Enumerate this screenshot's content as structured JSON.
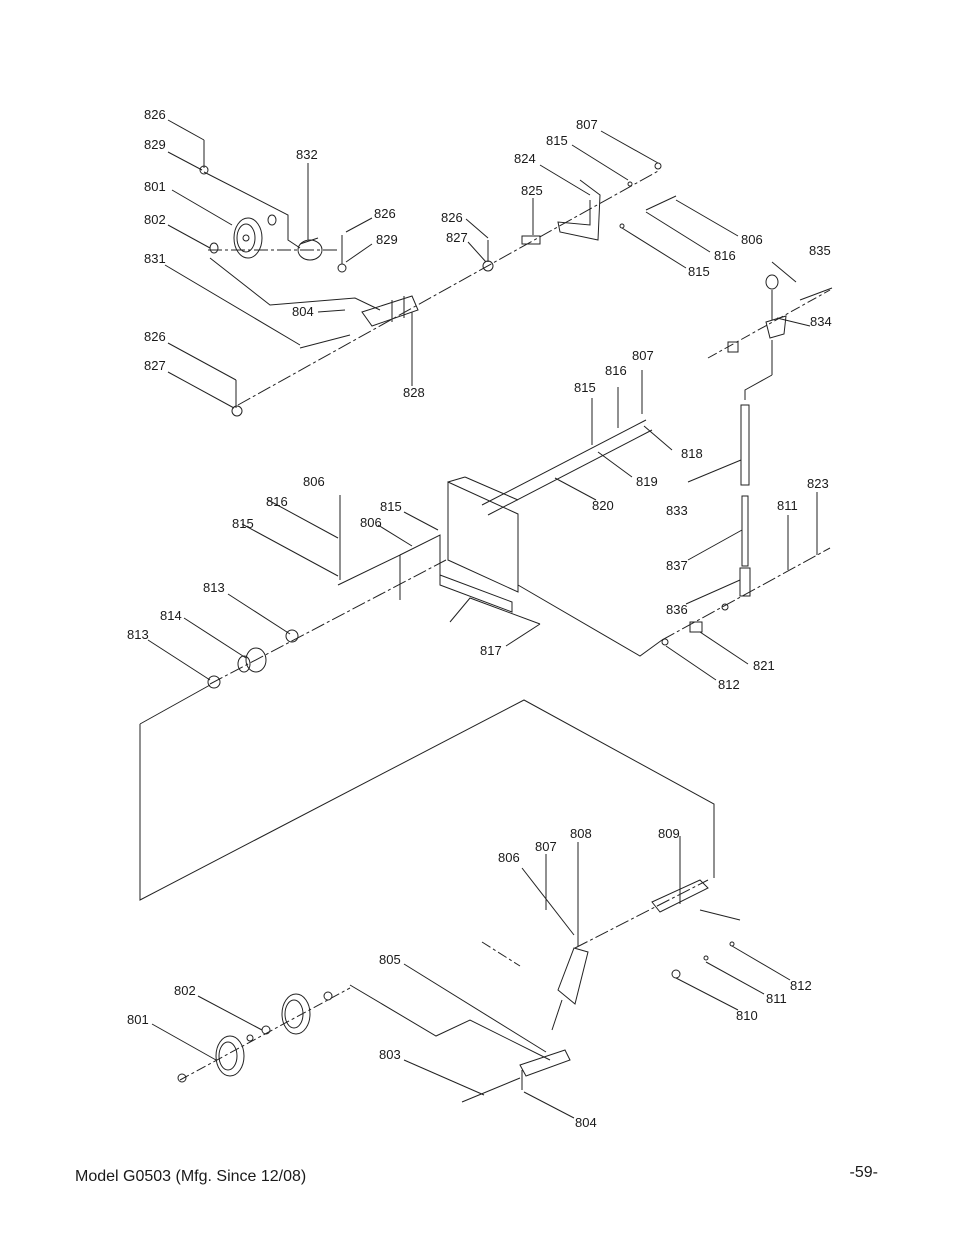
{
  "diagram": {
    "callouts": [
      {
        "id": "c1",
        "text": "826"
      },
      {
        "id": "c2",
        "text": "829"
      },
      {
        "id": "c3",
        "text": "801"
      },
      {
        "id": "c4",
        "text": "802"
      },
      {
        "id": "c5",
        "text": "831"
      },
      {
        "id": "c6",
        "text": "832"
      },
      {
        "id": "c7",
        "text": "826"
      },
      {
        "id": "c8",
        "text": "829"
      },
      {
        "id": "c9",
        "text": "804"
      },
      {
        "id": "c10",
        "text": "828"
      },
      {
        "id": "c11",
        "text": "826"
      },
      {
        "id": "c12",
        "text": "827"
      },
      {
        "id": "c13",
        "text": "826"
      },
      {
        "id": "c14",
        "text": "827"
      },
      {
        "id": "c15",
        "text": "825"
      },
      {
        "id": "c16",
        "text": "824"
      },
      {
        "id": "c17",
        "text": "815"
      },
      {
        "id": "c18",
        "text": "807"
      },
      {
        "id": "c19",
        "text": "806"
      },
      {
        "id": "c20",
        "text": "816"
      },
      {
        "id": "c21",
        "text": "815"
      },
      {
        "id": "c22",
        "text": "835"
      },
      {
        "id": "c23",
        "text": "834"
      },
      {
        "id": "c24",
        "text": "807"
      },
      {
        "id": "c25",
        "text": "816"
      },
      {
        "id": "c26",
        "text": "815"
      },
      {
        "id": "c27",
        "text": "818"
      },
      {
        "id": "c28",
        "text": "819"
      },
      {
        "id": "c29",
        "text": "820"
      },
      {
        "id": "c30",
        "text": "833"
      },
      {
        "id": "c31",
        "text": "806"
      },
      {
        "id": "c32",
        "text": "816"
      },
      {
        "id": "c33",
        "text": "815"
      },
      {
        "id": "c34",
        "text": "815"
      },
      {
        "id": "c35",
        "text": "806"
      },
      {
        "id": "c36",
        "text": "823"
      },
      {
        "id": "c37",
        "text": "811"
      },
      {
        "id": "c38",
        "text": "837"
      },
      {
        "id": "c39",
        "text": "836"
      },
      {
        "id": "c40",
        "text": "813"
      },
      {
        "id": "c41",
        "text": "814"
      },
      {
        "id": "c42",
        "text": "813"
      },
      {
        "id": "c43",
        "text": "817"
      },
      {
        "id": "c44",
        "text": "821"
      },
      {
        "id": "c45",
        "text": "812"
      },
      {
        "id": "c46",
        "text": "806"
      },
      {
        "id": "c47",
        "text": "807"
      },
      {
        "id": "c48",
        "text": "808"
      },
      {
        "id": "c49",
        "text": "809"
      },
      {
        "id": "c50",
        "text": "805"
      },
      {
        "id": "c51",
        "text": "802"
      },
      {
        "id": "c52",
        "text": "801"
      },
      {
        "id": "c53",
        "text": "803"
      },
      {
        "id": "c54",
        "text": "804"
      },
      {
        "id": "c55",
        "text": "812"
      },
      {
        "id": "c56",
        "text": "811"
      },
      {
        "id": "c57",
        "text": "810"
      }
    ]
  },
  "footer": {
    "model": "Model G0503 (Mfg. Since 12/08)",
    "page": "-59-"
  }
}
